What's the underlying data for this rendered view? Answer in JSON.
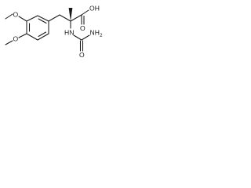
{
  "molecule": {
    "atoms": {
      "methoxy_top": "O",
      "methoxy_bottom": "O",
      "hydroxyl": "OH",
      "carbonyl_acid": "O",
      "amine_nh": "HN",
      "carbonyl_urea": "O",
      "amino": "NH",
      "amino_subscript": "2"
    }
  }
}
